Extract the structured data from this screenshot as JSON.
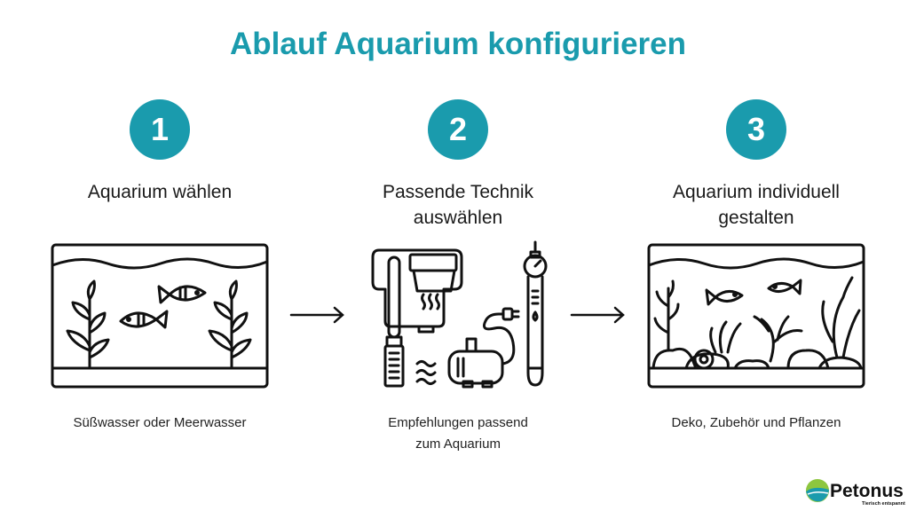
{
  "title": "Ablauf Aquarium konfigurieren",
  "steps": [
    {
      "number": "1",
      "heading_lines": [
        "Aquarium wählen"
      ],
      "caption_lines": [
        "Süßwasser oder Meerwasser"
      ]
    },
    {
      "number": "2",
      "heading_lines": [
        "Passende Technik",
        "auswählen"
      ],
      "caption_lines": [
        "Empfehlungen passend",
        "zum Aquarium"
      ]
    },
    {
      "number": "3",
      "heading_lines": [
        "Aquarium individuell",
        "gestalten"
      ],
      "caption_lines": [
        "Deko, Zubehör und Pflanzen"
      ]
    }
  ],
  "logo": {
    "name": "Petonus",
    "tagline": "Tierisch entspannt"
  },
  "colors": {
    "accent": "#1a9bad",
    "line": "#111111"
  }
}
